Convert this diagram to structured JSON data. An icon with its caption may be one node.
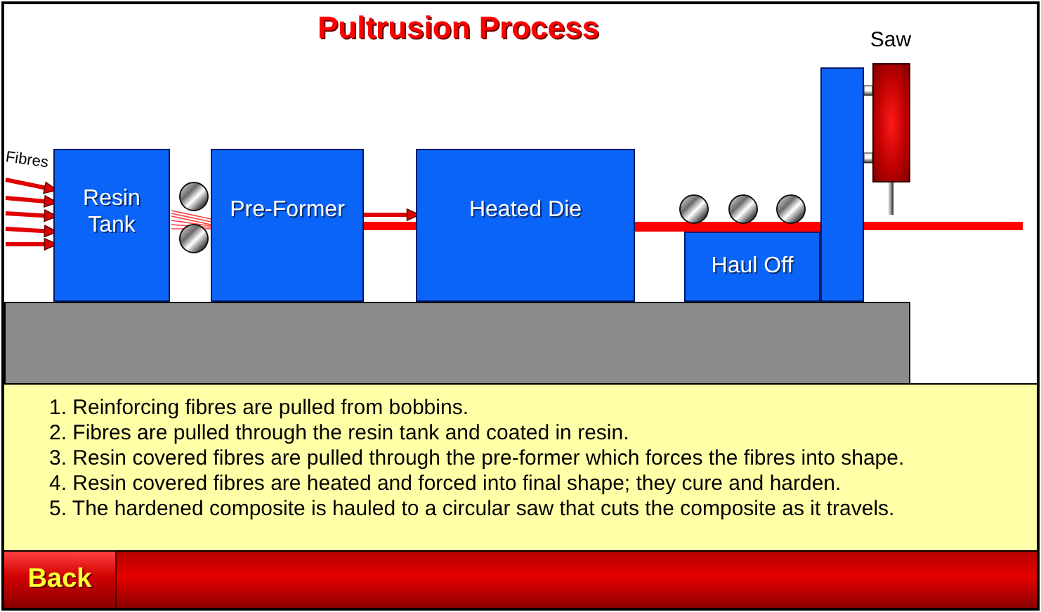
{
  "diagram": {
    "title": "Pultrusion Process",
    "nodes": [
      {
        "text": [
          "Resin Tank"
        ]
      },
      {
        "text": [
          "Pre-Former"
        ]
      },
      {
        "text": [
          "Heated Die"
        ]
      },
      {
        "text": [
          "Haul Off"
        ]
      },
      {
        "text": [],
        "shape": "box"
      },
      {
        "text": [
          "Saw"
        ]
      },
      {
        "text": [],
        "shape": "bar"
      }
    ],
    "edges": [
      {
        "from": null,
        "to": 0,
        "arrow": "to"
      },
      {
        "from": null,
        "to": 0,
        "arrow": "to"
      },
      {
        "from": null,
        "to": 0,
        "arrow": "to"
      },
      {
        "from": null,
        "to": 0,
        "arrow": "to"
      },
      {
        "from": null,
        "to": 0,
        "arrow": "to"
      },
      {
        "from": 1,
        "to": 2,
        "arrow": "to"
      }
    ],
    "labels": [
      "Fibres",
      "1. Reinforcing fibres are pulled from bobbins.",
      "2. Fibres are pulled through the resin tank and coated in resin.",
      "3. Resin covered fibres are pulled through the pre-former which forces the fibres into shape.",
      "4. Resin covered fibres are heated and forced into final shape; they cure and harden.",
      "5. The hardened composite is hauled to a circular saw that cuts the composite as it travels.",
      "Back"
    ]
  }
}
